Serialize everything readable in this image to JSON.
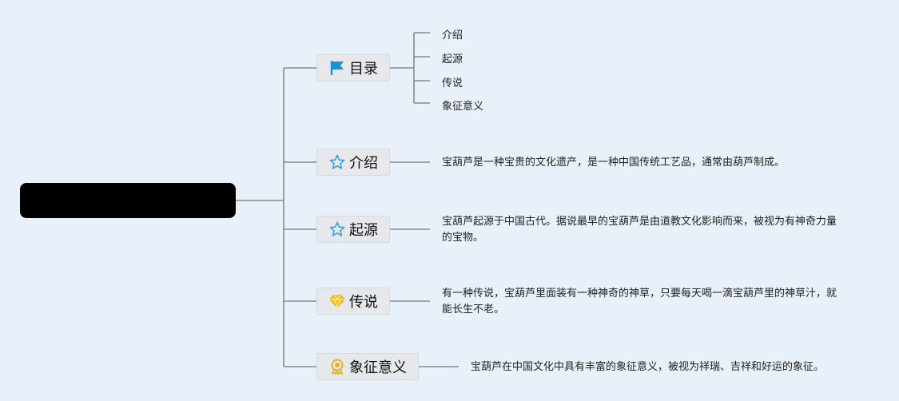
{
  "colors": {
    "background": "#e8f0f9",
    "line": "#8a8a8a",
    "flag": "#1e90d6",
    "star": "#3a9ee0",
    "gem": "#f5c518",
    "medal": "#e8b020"
  },
  "root": {
    "label": ""
  },
  "branches": [
    {
      "key": "toc",
      "icon": "flag-icon",
      "label": "目录"
    },
    {
      "key": "intro",
      "icon": "star-icon",
      "label": "介绍",
      "text": "宝葫芦是一种宝贵的文化遗产，是一种中国传统工艺品，通常由葫芦制成。"
    },
    {
      "key": "origin",
      "icon": "star-icon",
      "label": "起源",
      "text": "宝葫芦起源于中国古代。据说最早的宝葫芦是由道教文化影响而来，被视为有神奇力量的宝物。"
    },
    {
      "key": "legend",
      "icon": "gem-icon",
      "label": "传说",
      "text": "有一种传说，宝葫芦里面装有一种神奇的神草，只要每天喝一滴宝葫芦里的神草汁，就能长生不老。"
    },
    {
      "key": "symbol",
      "icon": "medal-icon",
      "label": "象征意义",
      "text": "宝葫芦在中国文化中具有丰富的象征意义，被视为祥瑞、吉祥和好运的象征。"
    }
  ],
  "toc_items": [
    "介绍",
    "起源",
    "传说",
    "象征意义"
  ]
}
